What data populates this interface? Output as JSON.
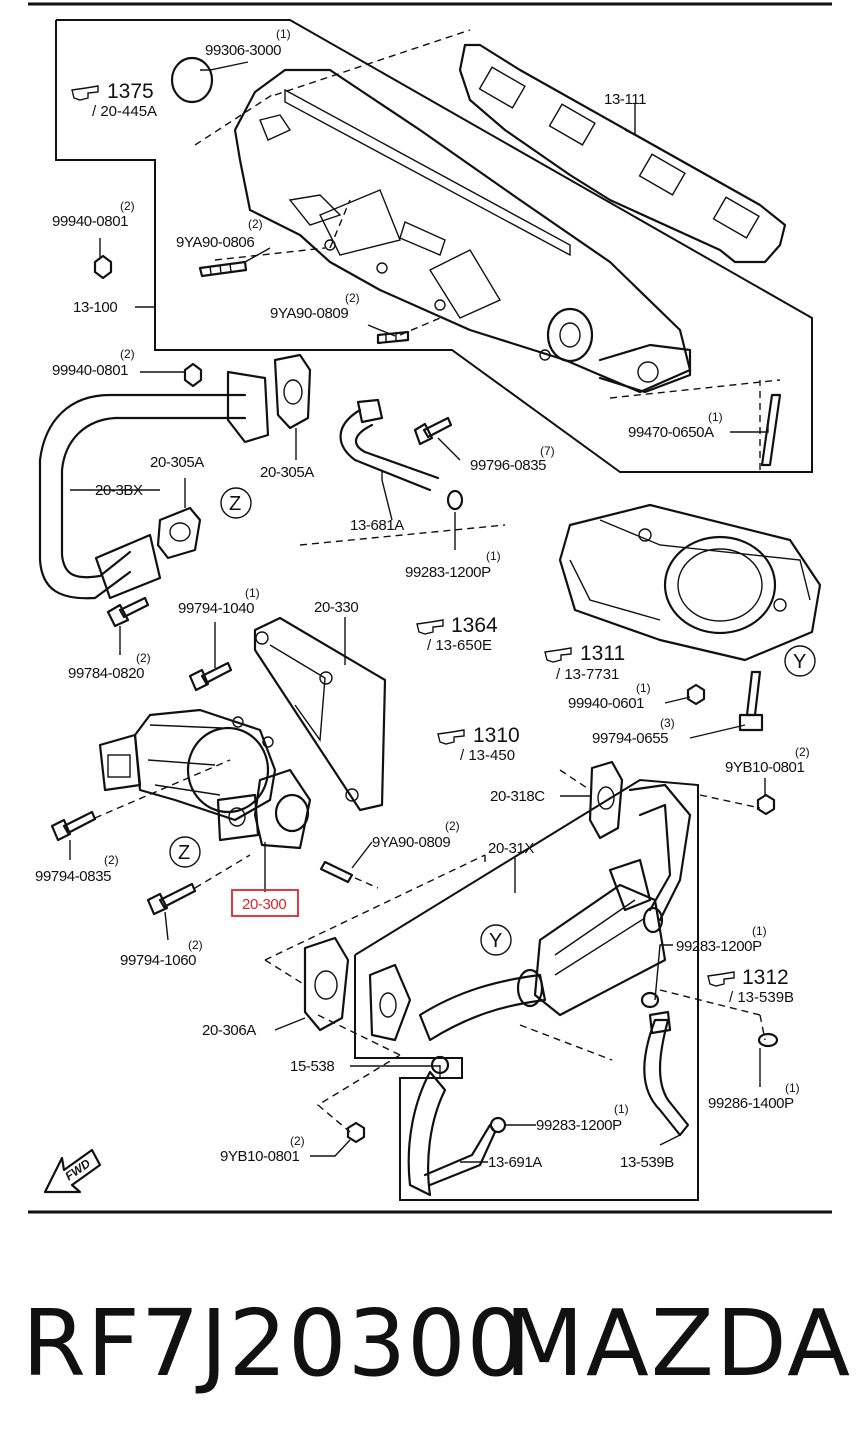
{
  "callouts": {
    "c_99306": {
      "num": "99306-3000",
      "qty": "(1)"
    },
    "c_99940a": {
      "num": "99940-0801",
      "qty": "(2)"
    },
    "c_9ya806": {
      "num": "9YA90-0806",
      "qty": "(2)"
    },
    "c_9ya809": {
      "num": "9YA90-0809",
      "qty": "(2)"
    },
    "c_13111": {
      "num": "13-111",
      "qty": ""
    },
    "c_13100": {
      "num": "13-100",
      "qty": ""
    },
    "c_99940b": {
      "num": "99940-0801",
      "qty": "(2)"
    },
    "c_20305a_1": {
      "num": "20-305A",
      "qty": ""
    },
    "c_20305a_2": {
      "num": "20-305A",
      "qty": ""
    },
    "c_203bx": {
      "num": "20-3BX",
      "qty": ""
    },
    "c_13681a": {
      "num": "13-681A",
      "qty": ""
    },
    "c_99796": {
      "num": "99796-0835",
      "qty": "(7)"
    },
    "c_99283a": {
      "num": "99283-1200P",
      "qty": "(1)"
    },
    "c_99470": {
      "num": "99470-0650A",
      "qty": "(1)"
    },
    "c_99784": {
      "num": "99784-0820",
      "qty": "(2)"
    },
    "c_99794_1040": {
      "num": "99794-1040",
      "qty": "(1)"
    },
    "c_20330": {
      "num": "20-330",
      "qty": ""
    },
    "c_99940c": {
      "num": "99940-0601",
      "qty": "(1)"
    },
    "c_99794_0655": {
      "num": "99794-0655",
      "qty": "(3)"
    },
    "c_9yb10a": {
      "num": "9YB10-0801",
      "qty": "(2)"
    },
    "c_20318c": {
      "num": "20-318C",
      "qty": ""
    },
    "c_99794_0835": {
      "num": "99794-0835",
      "qty": "(2)"
    },
    "c_9ya809b": {
      "num": "9YA90-0809",
      "qty": "(2)"
    },
    "c_2031x": {
      "num": "20-31X",
      "qty": ""
    },
    "c_99794_1060": {
      "num": "99794-1060",
      "qty": "(2)"
    },
    "c_20300": {
      "num": "20-300",
      "qty": ""
    },
    "c_99283b": {
      "num": "99283-1200P",
      "qty": "(1)"
    },
    "c_20306a": {
      "num": "20-306A",
      "qty": ""
    },
    "c_15538": {
      "num": "15-538",
      "qty": ""
    },
    "c_13539b_ref": {
      "num": "",
      "qty": ""
    },
    "c_99283c": {
      "num": "99283-1200P",
      "qty": "(1)"
    },
    "c_99286": {
      "num": "99286-1400P",
      "qty": "(1)"
    },
    "c_9yb10b": {
      "num": "9YB10-0801",
      "qty": "(2)"
    },
    "c_13691a": {
      "num": "13-691A",
      "qty": ""
    },
    "c_13539b": {
      "num": "13-539B",
      "qty": ""
    }
  },
  "references": {
    "r1375": {
      "num": "1375",
      "sub": "/ 20-445A"
    },
    "r1364": {
      "num": "1364",
      "sub": "/ 13-650E"
    },
    "r1311": {
      "num": "1311",
      "sub": "/ 13-7731"
    },
    "r1310": {
      "num": "1310",
      "sub": "/ 13-450"
    },
    "r1312": {
      "num": "1312",
      "sub": "/ 13-539B"
    }
  },
  "view_markers": {
    "z1": "Z",
    "z2": "Z",
    "y1": "Y",
    "y2": "Y"
  },
  "fwd_label": "FWD",
  "highlight_color": "#e0242c",
  "footer": {
    "part_number": "RF7J20300",
    "brand": "MAZDA"
  }
}
